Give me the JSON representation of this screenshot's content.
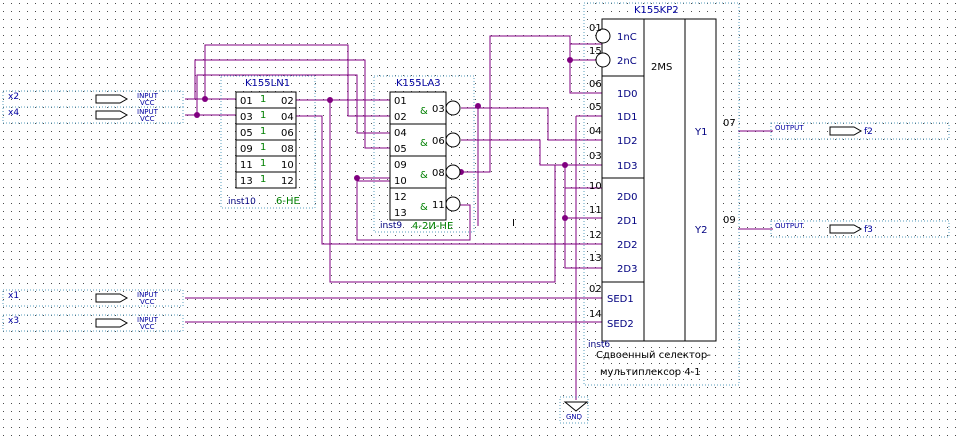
{
  "inputs": [
    {
      "name": "x2",
      "port_type": "INPUT",
      "port_sub": "VCC"
    },
    {
      "name": "x4",
      "port_type": "INPUT",
      "port_sub": "VCC"
    },
    {
      "name": "x1",
      "port_type": "INPUT",
      "port_sub": "VCC"
    },
    {
      "name": "x3",
      "port_type": "INPUT",
      "port_sub": "VCC"
    }
  ],
  "outputs": [
    {
      "name": "f2",
      "port_type": "OUTPUT"
    },
    {
      "name": "f3",
      "port_type": "OUTPUT"
    }
  ],
  "gnd": "GND",
  "chip_ln1": {
    "name": "K155LN1",
    "inst": "inst10",
    "label": "6-НЕ",
    "symbol": "1",
    "pins_left": [
      "01",
      "03",
      "05",
      "09",
      "11",
      "13"
    ],
    "pins_right": [
      "02",
      "04",
      "06",
      "08",
      "10",
      "12"
    ]
  },
  "chip_la3": {
    "name": "K155LA3",
    "inst": "inst9",
    "label": "4-2И-НЕ",
    "symbol": "&",
    "pins_left": [
      "01",
      "02",
      "04",
      "05",
      "09",
      "10",
      "12",
      "13"
    ],
    "pins_right": [
      "03",
      "06",
      "08",
      "11"
    ]
  },
  "chip_kp2": {
    "name": "K155KP2",
    "inst": "inst6",
    "func": "2MS",
    "desc_line1": "Сдвоенный селектор-",
    "desc_line2": "мультиплексор 4-1",
    "pins_left_num": [
      "01",
      "15",
      "06",
      "05",
      "04",
      "03",
      "10",
      "11",
      "12",
      "13",
      "02",
      "14"
    ],
    "pins_left_name": [
      "1nC",
      "2nC",
      "1D0",
      "1D1",
      "1D2",
      "1D3",
      "2D0",
      "2D1",
      "2D2",
      "2D3",
      "SED1",
      "SED2"
    ],
    "pins_right_num": [
      "07",
      "09"
    ],
    "pins_right_name": [
      "Y1",
      "Y2"
    ]
  },
  "marker": "I"
}
